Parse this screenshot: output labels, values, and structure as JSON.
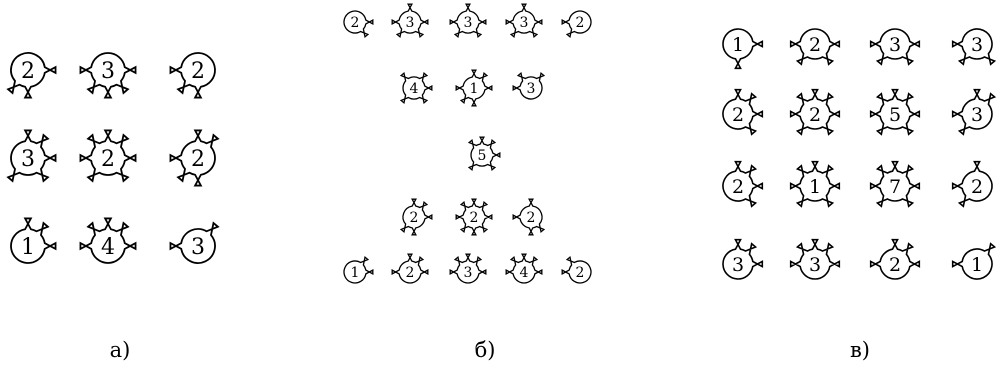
{
  "panels": [
    {
      "caption": "а)",
      "rows": [
        [
          {
            "n": "2",
            "rays": [
              "E",
              "SW",
              "S"
            ]
          },
          {
            "n": "3",
            "rays": [
              "W",
              "E",
              "SW",
              "S",
              "SE"
            ]
          },
          {
            "n": "2",
            "rays": [
              "W",
              "SW",
              "S"
            ]
          }
        ],
        [
          {
            "n": "3",
            "rays": [
              "N",
              "NE",
              "E",
              "SW",
              "SE"
            ]
          },
          {
            "n": "2",
            "rays": [
              "N",
              "NE",
              "NW",
              "W",
              "E",
              "SW",
              "SE"
            ]
          },
          {
            "n": "2",
            "rays": [
              "N",
              "NE",
              "W",
              "SW",
              "S"
            ]
          }
        ],
        [
          {
            "n": "1",
            "rays": [
              "N",
              "NE",
              "E"
            ]
          },
          {
            "n": "4",
            "rays": [
              "N",
              "NE",
              "NW",
              "W",
              "E"
            ]
          },
          {
            "n": "3",
            "rays": [
              "W",
              "NE"
            ]
          }
        ]
      ]
    },
    {
      "caption": "б)",
      "rows": [
        [
          {
            "n": "2",
            "rays": [
              "E",
              "SE"
            ]
          },
          {
            "n": "3",
            "rays": [
              "N",
              "W",
              "E",
              "SW",
              "SE"
            ]
          },
          {
            "n": "3",
            "rays": [
              "N",
              "W",
              "E",
              "SW",
              "SE"
            ]
          },
          {
            "n": "3",
            "rays": [
              "N",
              "W",
              "E",
              "SW",
              "SE"
            ]
          },
          {
            "n": "2",
            "rays": [
              "W",
              "SW"
            ]
          }
        ],
        [
          {
            "n": "4",
            "rays": [
              "NW",
              "NE",
              "E",
              "SW",
              "SE"
            ]
          },
          {
            "n": "1",
            "rays": [
              "N",
              "NE",
              "W",
              "E",
              "SW",
              "S"
            ]
          },
          {
            "n": "3",
            "rays": [
              "NW",
              "NE",
              "W"
            ]
          }
        ],
        [
          {
            "n": "5",
            "rays": [
              "N",
              "NE",
              "NW",
              "E",
              "SW",
              "SE"
            ]
          }
        ],
        [
          {
            "n": "2",
            "rays": [
              "NE",
              "N",
              "E",
              "SW",
              "S"
            ]
          },
          {
            "n": "2",
            "rays": [
              "N",
              "NE",
              "NW",
              "W",
              "E",
              "SW",
              "S",
              "SE"
            ]
          },
          {
            "n": "2",
            "rays": [
              "N",
              "W",
              "S",
              "SE"
            ]
          }
        ],
        [
          {
            "n": "1",
            "rays": [
              "NE",
              "E"
            ]
          },
          {
            "n": "2",
            "rays": [
              "N",
              "NE",
              "W",
              "E"
            ]
          },
          {
            "n": "3",
            "rays": [
              "N",
              "NE",
              "NW",
              "W",
              "E"
            ]
          },
          {
            "n": "4",
            "rays": [
              "N",
              "NE",
              "NW",
              "W",
              "E"
            ]
          },
          {
            "n": "2",
            "rays": [
              "W",
              "NW"
            ]
          }
        ]
      ]
    },
    {
      "caption": "в)",
      "rows": [
        [
          {
            "n": "1",
            "rays": [
              "E",
              "S"
            ]
          },
          {
            "n": "2",
            "rays": [
              "W",
              "E",
              "SW",
              "SE"
            ]
          },
          {
            "n": "3",
            "rays": [
              "W",
              "E",
              "SW",
              "SE"
            ]
          },
          {
            "n": "3",
            "rays": [
              "W",
              "SW",
              "SE"
            ]
          }
        ],
        [
          {
            "n": "2",
            "rays": [
              "N",
              "NE",
              "E",
              "SE"
            ]
          },
          {
            "n": "2",
            "rays": [
              "N",
              "NE",
              "NW",
              "W",
              "E",
              "SW",
              "SE"
            ]
          },
          {
            "n": "5",
            "rays": [
              "N",
              "NE",
              "NW",
              "W",
              "E",
              "SW",
              "SE"
            ]
          },
          {
            "n": "3",
            "rays": [
              "N",
              "NE",
              "W",
              "SW"
            ]
          }
        ],
        [
          {
            "n": "2",
            "rays": [
              "N",
              "NE",
              "E",
              "SE"
            ]
          },
          {
            "n": "1",
            "rays": [
              "N",
              "NE",
              "NW",
              "W",
              "E",
              "SW",
              "SE"
            ]
          },
          {
            "n": "7",
            "rays": [
              "N",
              "NE",
              "NW",
              "W",
              "E",
              "SW",
              "SE"
            ]
          },
          {
            "n": "2",
            "rays": [
              "N",
              "W",
              "SW"
            ]
          }
        ],
        [
          {
            "n": "3",
            "rays": [
              "N",
              "NE",
              "E"
            ]
          },
          {
            "n": "3",
            "rays": [
              "N",
              "NE",
              "NW",
              "W",
              "E"
            ]
          },
          {
            "n": "2",
            "rays": [
              "N",
              "NE",
              "W",
              "E"
            ]
          },
          {
            "n": "1",
            "rays": [
              "NE",
              "W"
            ]
          }
        ]
      ]
    }
  ]
}
